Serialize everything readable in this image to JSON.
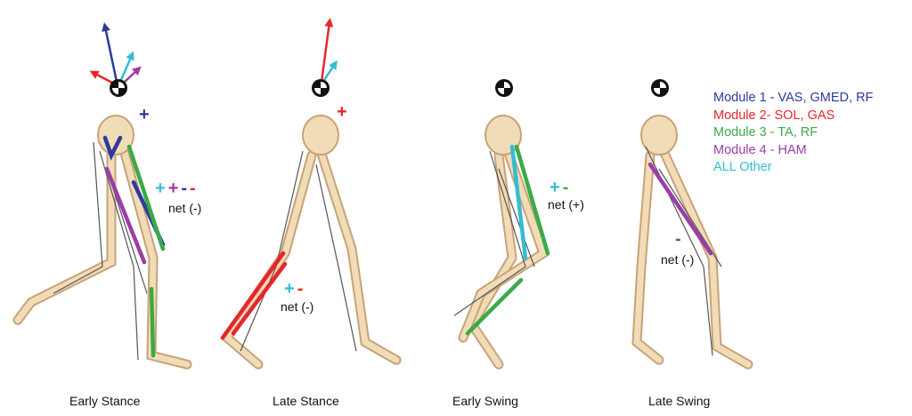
{
  "colors": {
    "module1": "#2e3a9c",
    "module2": "#e8262a",
    "module3": "#3aaa47",
    "module4": "#9b3ea6",
    "other": "#35bcd4"
  },
  "legend": [
    {
      "label": "Module 1 - VAS, GMED, RF",
      "color": "#2e3a9c"
    },
    {
      "label": "Module 2- SOL, GAS",
      "color": "#e8262a"
    },
    {
      "label": "Module 3 - TA, RF",
      "color": "#3aaa47"
    },
    {
      "label": "Module 4 - HAM",
      "color": "#9b3ea6"
    },
    {
      "label": "ALL Other",
      "color": "#35bcd4"
    }
  ],
  "panels": [
    {
      "title": "Early Stance",
      "com_sign": "+",
      "contrib_signs": [
        "+",
        "+",
        "-",
        "-"
      ],
      "net": "net (-)"
    },
    {
      "title": "Late Stance",
      "com_sign": "+",
      "contrib_signs": [
        "+",
        "-"
      ],
      "net": "net (-)"
    },
    {
      "title": "Early Swing",
      "contrib_signs": [
        "+",
        "-"
      ],
      "net": "net (+)"
    },
    {
      "title": "Late Swing",
      "contrib_signs": [
        "-"
      ],
      "net": "net (-)"
    }
  ]
}
